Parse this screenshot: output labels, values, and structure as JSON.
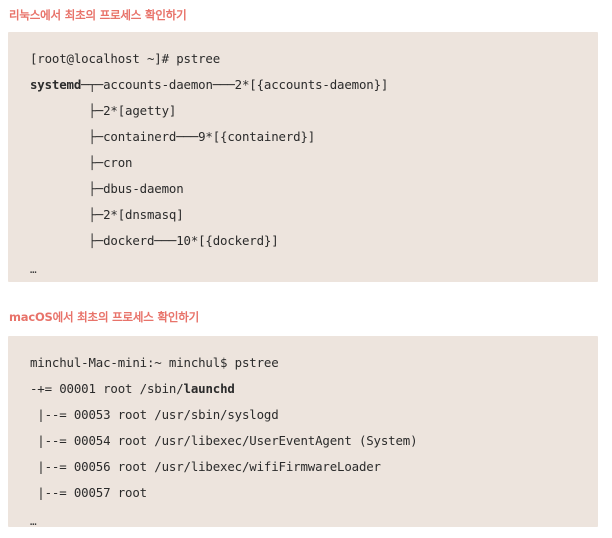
{
  "colors": {
    "page_background": "#ffffff",
    "heading_text": "#e8736a",
    "code_background": "#ede4dd",
    "code_text": "#2b2b2b"
  },
  "sections": [
    {
      "heading": "리눅스에서 최초의 프로세스 확인하기",
      "code": {
        "prompt_line": "[root@localhost ~]# pstree",
        "lines": [
          {
            "prefix": "",
            "bold": "systemd",
            "suffix": "─┬─accounts-daemon───2*[{accounts-daemon}]"
          },
          {
            "prefix": "        ├─2*[agetty]",
            "bold": "",
            "suffix": ""
          },
          {
            "prefix": "        ├─containerd───9*[{containerd}]",
            "bold": "",
            "suffix": ""
          },
          {
            "prefix": "        ├─cron",
            "bold": "",
            "suffix": ""
          },
          {
            "prefix": "        ├─dbus-daemon",
            "bold": "",
            "suffix": ""
          },
          {
            "prefix": "        ├─2*[dnsmasq]",
            "bold": "",
            "suffix": ""
          },
          {
            "prefix": "        ├─dockerd───10*[{dockerd}]",
            "bold": "",
            "suffix": ""
          }
        ],
        "ellipsis": "…"
      }
    },
    {
      "heading": "macOS에서 최초의 프로세스 확인하기",
      "code": {
        "prompt_line": "minchul-Mac-mini:~ minchul$ pstree",
        "lines": [
          {
            "prefix": "-+= 00001 root /sbin/",
            "bold": "launchd",
            "suffix": ""
          },
          {
            "prefix": " |--= 00053 root /usr/sbin/syslogd",
            "bold": "",
            "suffix": ""
          },
          {
            "prefix": " |--= 00054 root /usr/libexec/UserEventAgent (System)",
            "bold": "",
            "suffix": ""
          },
          {
            "prefix": " |--= 00056 root /usr/libexec/wifiFirmwareLoader",
            "bold": "",
            "suffix": ""
          },
          {
            "prefix": " |--= 00057 root",
            "bold": "",
            "suffix": ""
          }
        ],
        "ellipsis": "…"
      }
    }
  ]
}
